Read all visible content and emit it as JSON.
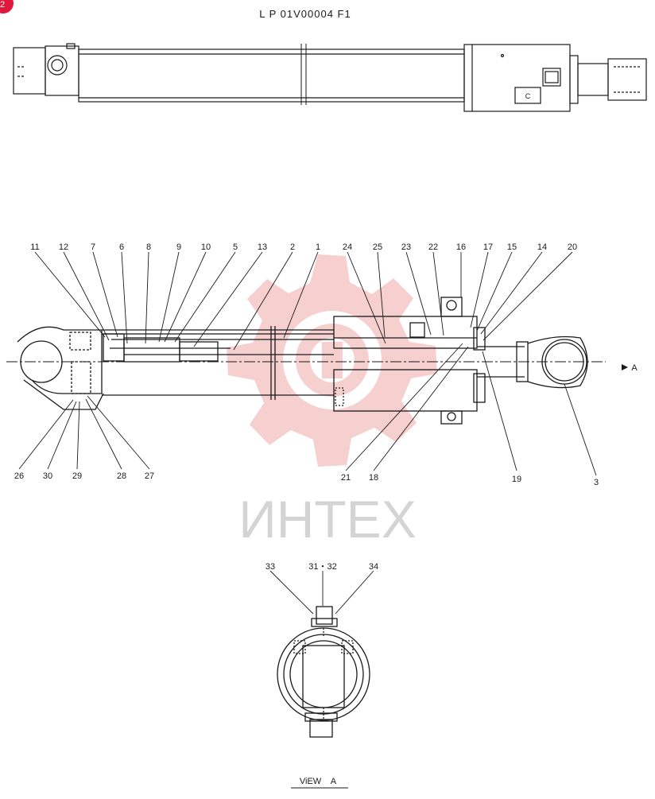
{
  "page_badge": "2",
  "drawing_code": "L P 01V00004 F1",
  "watermark": "ИНТЕХ",
  "view_label": "ViEW    A",
  "direction_label": "A",
  "top_view_mark": "C",
  "colors": {
    "ink": "#1a1a1a",
    "badge": "#e0193c",
    "watermark": "#e8b9b9",
    "watermark_text": "#cfcfcf"
  },
  "callouts": {
    "top": [
      "11",
      "12",
      "7",
      "6",
      "8",
      "9",
      "10",
      "5",
      "13",
      "2",
      "1",
      "24",
      "25",
      "23",
      "22",
      "16",
      "17",
      "15",
      "14",
      "20"
    ],
    "bottom": [
      "26",
      "30",
      "29",
      "28",
      "27",
      "21",
      "18",
      "19",
      "3"
    ],
    "view": [
      "33",
      "31・32",
      "34"
    ]
  }
}
